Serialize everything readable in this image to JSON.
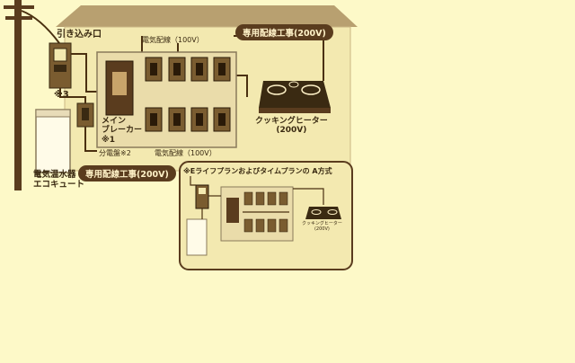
{
  "labels": {
    "service_entrance": "引き込み口",
    "note3": "※3",
    "main_breaker": "メイン\nブレーカー\n※1",
    "panel": "分電盤※2",
    "wiring_top": "電気配線（100V）",
    "wiring_bottom": "電気配線（100V）",
    "dedicated_top": "専用配線工事(200V)",
    "dedicated_bottom": "専用配線工事(200V)",
    "cooking_heater": "クッキングヒーター\n(200V)",
    "water_heater": "電気温水器\nエコキュート"
  },
  "inset": {
    "title": "※Eライフプランおよびタイムプランの A方式",
    "heater_label": "クッキングヒーター\n(200V)"
  },
  "colors": {
    "background": "#fdf9c8",
    "house": "#f3e9b0",
    "roof": "#b8a070",
    "dark": "#5a3c1e",
    "line": "#4a3010",
    "panel": "#eadcaa"
  },
  "icons": [
    "utility-pole-icon",
    "meter-icon",
    "breaker-icon",
    "cooktop-icon",
    "water-heater-icon"
  ]
}
